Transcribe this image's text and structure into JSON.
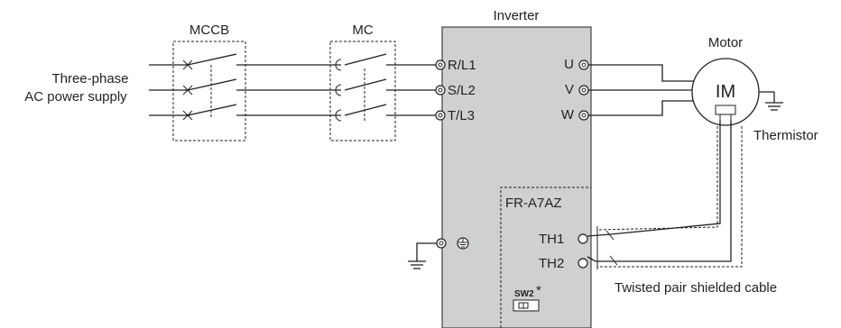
{
  "labels": {
    "mccb": "MCCB",
    "mc": "MC",
    "inverter": "Inverter",
    "motor": "Motor",
    "supply_line1": "Three-phase",
    "supply_line2": "AC power supply",
    "r_l1": "R/L1",
    "s_l2": "S/L2",
    "t_l3": "T/L3",
    "u": "U",
    "v": "V",
    "w": "W",
    "im": "IM",
    "thermistor": "Thermistor",
    "option_card": "FR-A7AZ",
    "th1": "TH1",
    "th2": "TH2",
    "switch": "SW2",
    "switch_note": "*",
    "cable": "Twisted pair shielded cable"
  },
  "colors": {
    "inverter_fill": "#cfd0d2",
    "line": "#231f20"
  }
}
